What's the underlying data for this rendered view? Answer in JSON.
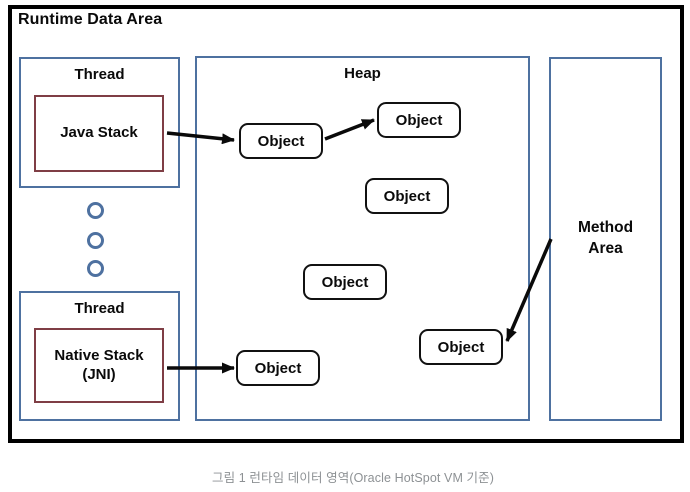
{
  "diagram": {
    "title": "Runtime Data Area",
    "thread_top": {
      "label": "Thread",
      "stack_label": "Java Stack"
    },
    "thread_bottom": {
      "label": "Thread",
      "stack_label": "Native Stack\n(JNI)"
    },
    "heap": {
      "label": "Heap",
      "objects": [
        "Object",
        "Object",
        "Object",
        "Object",
        "Object",
        "Object"
      ]
    },
    "method_area": {
      "label": "Method Area"
    },
    "connections": [
      "Java Stack -> Object",
      "Object -> Object",
      "Native Stack (JNI) -> Object",
      "Method Area -> Object"
    ],
    "colors": {
      "outer_border": "#000000",
      "zone_border_blue": "#4e71a0",
      "stack_border_maroon": "#7f3e45",
      "object_border": "#111111",
      "arrow": "#0a0a0a",
      "caption_gray": "#8d9194"
    }
  },
  "caption": "그림 1 런타임 데이터 영역(Oracle HotSpot VM 기준)"
}
